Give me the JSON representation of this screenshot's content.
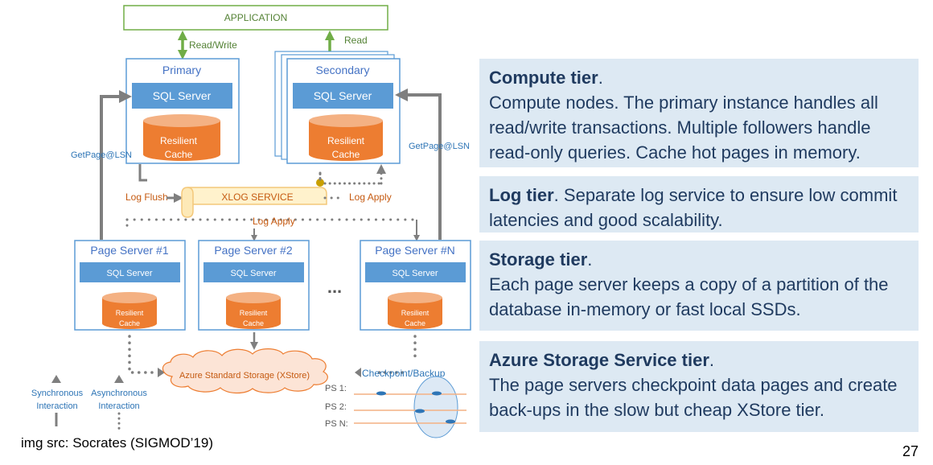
{
  "diagram": {
    "application_label": "APPLICATION",
    "read_write_label": "Read/Write",
    "read_label": "Read",
    "primary_title": "Primary",
    "secondary_title": "Secondary",
    "sql_server_label": "SQL Server",
    "resilient_cache_line1": "Resilient",
    "resilient_cache_line2": "Cache",
    "getpage_label": "GetPage@LSN",
    "log_flush_label": "Log Flush",
    "xlog_service_label": "XLOG SERVICE",
    "log_apply_label": "Log Apply",
    "page_servers": [
      {
        "title": "Page Server #1"
      },
      {
        "title": "Page Server #2"
      },
      {
        "title": "Page Server #N"
      }
    ],
    "ellipsis": "...",
    "azure_storage_label": "Azure Standard Storage (XStore)",
    "checkpoint_label": "Checkpoint/Backup",
    "ps_labels": [
      "PS 1:",
      "PS 2:",
      "PS N:"
    ],
    "sync_label_1": "Synchronous",
    "sync_label_2": "Interaction",
    "async_label_1": "Asynchronous",
    "async_label_2": "Interaction"
  },
  "panels": [
    {
      "title": "Compute tier",
      "text": "Compute nodes. The primary instance handles all read/write transactions. Multiple followers handle read-only queries. Cache hot pages in memory."
    },
    {
      "title": "Log tier",
      "text": "Separate log service to ensure low commit latencies and good scalability."
    },
    {
      "title": "Storage tier",
      "text": "Each page server keeps a copy of a partition of the database in-memory or fast local SSDs."
    },
    {
      "title": "Azure Storage Service tier",
      "text": "The page servers checkpoint data pages and create back-ups in the slow but cheap XStore tier."
    }
  ],
  "caption": "img src: Socrates (SIGMOD’19)",
  "page_number": "27",
  "colors": {
    "box_blue": "#5b9bd5",
    "cache_orange": "#ed7d31",
    "arrow_green": "#70ad47",
    "arrow_gray": "#7f7f7f",
    "panel_bg": "#dde9f3"
  }
}
